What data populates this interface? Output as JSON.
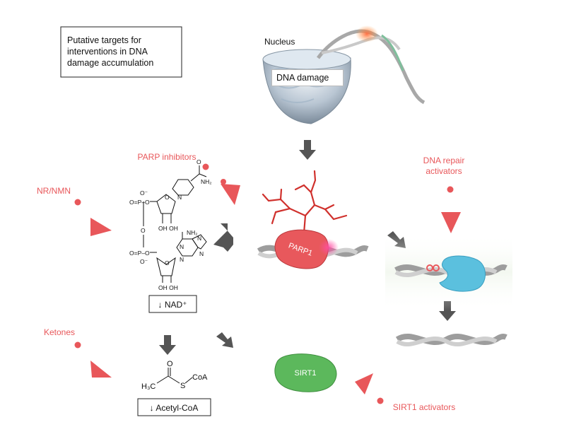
{
  "header_box": {
    "line1": "Putative targets for",
    "line2": "interventions in DNA",
    "line3": "damage accumulation"
  },
  "nucleus": {
    "label": "Nucleus",
    "damage_label": "DNA damage"
  },
  "interventions": {
    "parp_inhibitors": "PARP inhibitors",
    "nr_nmn": "NR/NMN",
    "dna_repair_line1": "DNA repair",
    "dna_repair_line2": "activators",
    "ketones": "Ketones",
    "sirt1_activators": "SIRT1 activators"
  },
  "proteins": {
    "parp1": "PARP1",
    "sirt1": "SIRT1"
  },
  "nad_molecule": {
    "o_minus_top": "O⁻",
    "o_eq_p_top": "O=P–O",
    "o_mid": "O",
    "o_eq_p_bottom": "O=P–O",
    "o_minus_bottom": "O⁻",
    "nh2_top": "NH₂",
    "n_plus": "N",
    "oh_oh_top": "OH  OH",
    "nh2_adenine": "NH₂",
    "n1": "N",
    "n2": "N",
    "n3": "N",
    "n4": "N",
    "oh_oh_bottom": "OH  OH",
    "o_ring_top": "O",
    "o_ring_bottom": "O",
    "o_carbonyl": "O",
    "label": "↓ NAD⁺"
  },
  "acetyl_coa": {
    "o_top": "O",
    "h3c": "H₃C",
    "s": "S",
    "coa": "CoA",
    "label": "↓ Acetyl-CoA"
  },
  "colors": {
    "intervention_red": "#e8575a",
    "arrow_gray": "#555555",
    "parp1_fill": "#e8585c",
    "sirt1_fill": "#5cb85c",
    "repair_enzyme_fill": "#5bc0de",
    "par_chain": "#d0312d"
  }
}
